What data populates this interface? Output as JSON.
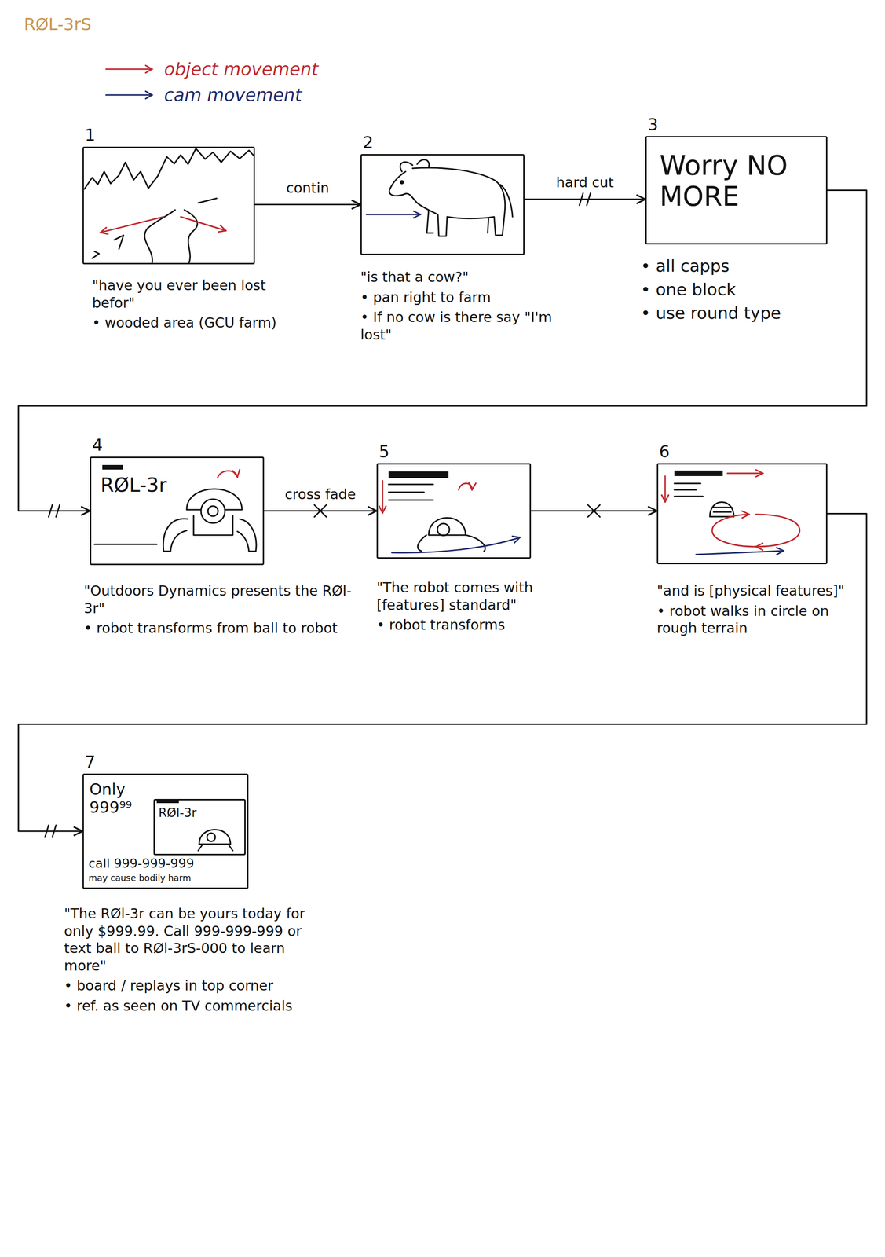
{
  "diagram": {
    "nodes": [
      {
        "text": [
          "1"
        ]
      },
      {
        "text": [
          "2"
        ]
      },
      {
        "text": [
          "3",
          "Worry NO MORE"
        ]
      },
      {
        "text": [
          "4",
          "RØL-3r"
        ]
      },
      {
        "text": [
          "5"
        ]
      },
      {
        "text": [
          "6"
        ]
      },
      {
        "text": [
          "7",
          "Only 999⁹⁹",
          "call 999-999-999",
          "may cause bodily harm"
        ]
      },
      {
        "text": [
          "RØl-3r"
        ],
        "in": 6
      }
    ],
    "edges": [
      {
        "from": 0,
        "to": 1,
        "label": "contin",
        "arrow": "to"
      },
      {
        "from": 1,
        "to": 2,
        "label": "hard cut",
        "arrow": "to"
      },
      {
        "from": 2,
        "to": 3,
        "arrow": "to"
      },
      {
        "from": 3,
        "to": 4,
        "label": "cross fade",
        "arrow": "to"
      },
      {
        "from": 4,
        "to": 5,
        "arrow": "to"
      },
      {
        "from": 5,
        "to": 6,
        "arrow": "to"
      }
    ],
    "labels": [
      "RØL-3rS",
      "\"have you ever been lost befor\"",
      "• wooded area (GCU farm)",
      "\"is that a cow?\"",
      "• pan right to farm",
      "• If no cow is there say \"I'm lost\"",
      "• all capps",
      "• one block",
      "• use round type",
      "\"Outdoors Dynamics presents the RØl-3r\"",
      "• robot transforms from ball to robot",
      "\"The robot comes with [features] standard\"",
      "• robot transforms",
      "\"and is [physical features]\"",
      "• robot walks in circle on rough terrain",
      "\"The RØl-3r can be yours today for only $999.99. Call 999-999-999 or text ball to RØl-3rS-000 to learn more\"",
      "• board / replays in top corner",
      "• ref. as seen on TV commercials"
    ],
    "legend": [
      {
        "text": "object movement"
      },
      {
        "text": "cam movement"
      }
    ]
  }
}
